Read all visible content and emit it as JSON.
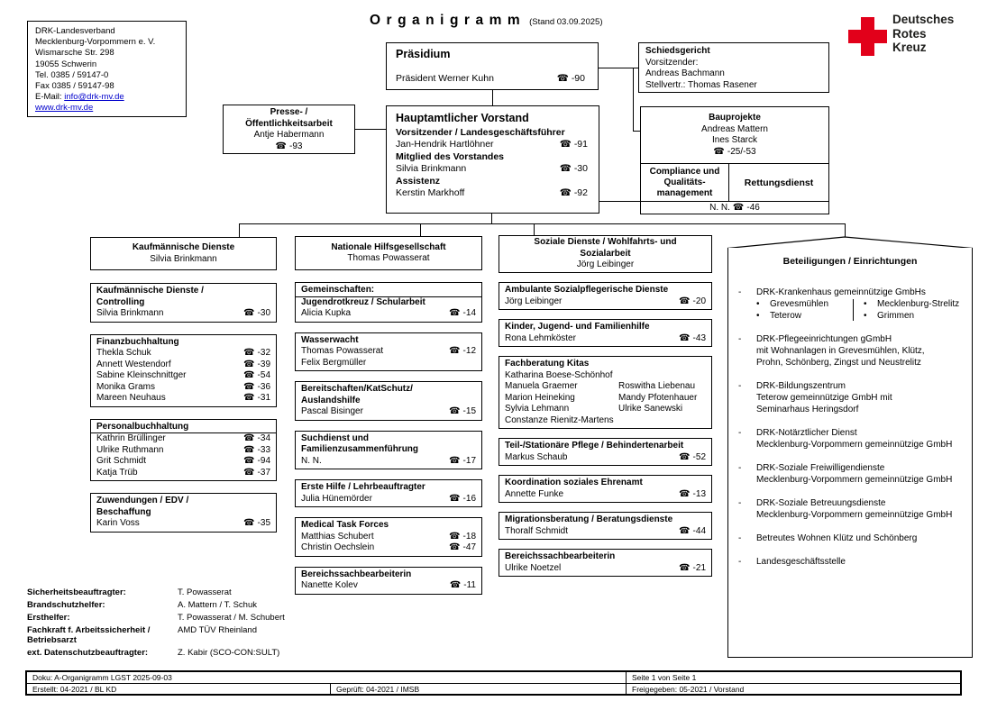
{
  "colors": {
    "drk_red": "#e2001a",
    "link_blue": "#0000cc",
    "logo_text": "#1d1d1b"
  },
  "icons": {
    "phone": "☎",
    "bullet": "•",
    "dash": "-"
  },
  "header": {
    "title": "Organigramm",
    "stand": "(Stand 03.09.2025)"
  },
  "logo": {
    "lines": [
      "Deutsches",
      "Rotes",
      "Kreuz"
    ]
  },
  "address": {
    "lines": [
      "DRK-Landesverband",
      "Mecklenburg-Vorpommern e. V.",
      "Wismarsche Str. 298",
      "19055 Schwerin",
      "Tel. 0385 / 59147-0",
      "Fax 0385 / 59147-98"
    ],
    "email_prefix": "E-Mail: ",
    "email": "info@drk-mv.de",
    "website": "www.drk-mv.de"
  },
  "praesidium": {
    "title": "Präsidium",
    "member": "Präsident Werner Kuhn",
    "phone": "-90"
  },
  "schiedsgericht": {
    "title": "Schiedsgericht",
    "lines": [
      "Vorsitzender:",
      "Andreas Bachmann",
      "Stellvertr.: Thomas Rasener"
    ]
  },
  "presse": {
    "title_lines": [
      "Presse- /",
      "Öffentlichkeitsarbeit"
    ],
    "name": "Antje Habermann",
    "phone": "-93"
  },
  "vorstand": {
    "title": "Hauptamtlicher Vorstand",
    "entries": [
      {
        "role": "Vorsitzender / Landesgeschäftsführer",
        "name": "Jan-Hendrik Hartlöhner",
        "phone": "-91"
      },
      {
        "role": "Mitglied des Vorstandes",
        "name": "Silvia Brinkmann",
        "phone": "-30"
      },
      {
        "role": "Assistenz",
        "name": "Kerstin Markhoff",
        "phone": "-92"
      }
    ]
  },
  "bauprojekte": {
    "title": "Bauprojekte",
    "names": [
      "Andreas Mattern",
      "Ines Starck"
    ],
    "phone": "-25/-53"
  },
  "compliance": {
    "lines": [
      "Compliance und",
      "Qualitäts-",
      "management"
    ]
  },
  "rettungsdienst": {
    "label": "Rettungsdienst"
  },
  "nn_bar": {
    "name": "N. N.",
    "phone": "-46"
  },
  "columns": [
    {
      "header": {
        "title_lines": [
          "Kaufmännische Dienste"
        ],
        "subtitle": "Silvia Brinkmann"
      },
      "boxes": [
        {
          "title_lines": [
            "Kaufmännische Dienste /",
            "Controlling"
          ],
          "rows": [
            {
              "text": "Silvia Brinkmann",
              "phone": "-30"
            }
          ]
        },
        {
          "title_lines": [
            "Finanzbuchhaltung"
          ],
          "rows": [
            {
              "text": "Thekla Schuk",
              "phone": "-32"
            },
            {
              "text": "Annett Westendorf",
              "phone": "-39"
            },
            {
              "text": "Sabine Kleinschnittger",
              "phone": "-54"
            },
            {
              "text": "Monika Grams",
              "phone": "-36"
            },
            {
              "text": "Mareen Neuhaus",
              "phone": "-31"
            }
          ]
        },
        {
          "strip_title": "Personalbuchhaltung",
          "rows": [
            {
              "text": "Kathrin Brüllinger",
              "phone": "-34"
            },
            {
              "text": "Ulrike Ruthmann",
              "phone": "-33"
            },
            {
              "text": "Grit Schmidt",
              "phone": "-94"
            },
            {
              "text": "Katja Trüb",
              "phone": "-37"
            }
          ]
        },
        {
          "title_lines": [
            "Zuwendungen / EDV /",
            "Beschaffung"
          ],
          "rows": [
            {
              "text": "Karin Voss",
              "phone": "-35"
            }
          ]
        }
      ]
    },
    {
      "header": {
        "title_lines": [
          "Nationale Hilfsgesellschaft"
        ],
        "subtitle": "Thomas Powasserat"
      },
      "boxes": [
        {
          "strip_title": "Gemeinschaften:",
          "title_lines": [
            "Jugendrotkreuz / Schularbeit"
          ],
          "rows": [
            {
              "text": "Alicia Kupka",
              "phone": "-14"
            }
          ]
        },
        {
          "title_lines": [
            "Wasserwacht"
          ],
          "rows": [
            {
              "text": "Thomas Powasserat",
              "phone": "-12"
            },
            {
              "text": "Felix Bergmüller"
            }
          ]
        },
        {
          "title_lines": [
            "Bereitschaften/KatSchutz/",
            "Auslandshilfe"
          ],
          "rows": [
            {
              "text": "Pascal Bisinger",
              "phone": "-15"
            }
          ]
        },
        {
          "title_lines": [
            "Suchdienst und",
            "Familienzusammenführung"
          ],
          "rows": [
            {
              "text": "N. N.",
              "phone": "-17"
            }
          ]
        },
        {
          "title_lines": [
            "Erste Hilfe / Lehrbeauftragter"
          ],
          "rows": [
            {
              "text": "Julia Hünemörder",
              "phone": "-16"
            }
          ]
        },
        {
          "title_lines": [
            "Medical Task Forces"
          ],
          "rows": [
            {
              "text": "Matthias Schubert",
              "phone": "-18"
            },
            {
              "text": "Christin Oechslein",
              "phone": "-47"
            }
          ]
        },
        {
          "title_lines": [
            "Bereichssachbearbeiterin"
          ],
          "rows": [
            {
              "text": "Nanette Kolev",
              "phone": "-11"
            }
          ]
        }
      ]
    },
    {
      "header": {
        "title_lines": [
          "Soziale Dienste / Wohlfahrts- und",
          "Sozialarbeit"
        ],
        "subtitle": "Jörg Leibinger"
      },
      "boxes": [
        {
          "title_lines": [
            "Ambulante Sozialpflegerische Dienste"
          ],
          "rows": [
            {
              "text": "Jörg Leibinger",
              "phone": "-20"
            }
          ]
        },
        {
          "title_lines": [
            "Kinder, Jugend- und Familienhilfe"
          ],
          "rows": [
            {
              "text": "Rona Lehmköster",
              "phone": "-43"
            }
          ]
        },
        {
          "title_lines": [
            "Fachberatung Kitas"
          ],
          "rows": [
            {
              "text": "Katharina Boese-Schönhof"
            },
            {
              "pair": [
                "Manuela Graemer",
                "Roswitha Liebenau"
              ]
            },
            {
              "pair": [
                "Marion Heineking",
                "Mandy Pfotenhauer"
              ]
            },
            {
              "pair": [
                "Sylvia Lehmann",
                "Ulrike Sanewski"
              ]
            },
            {
              "text": "Constanze Rienitz-Martens"
            }
          ]
        },
        {
          "title_lines": [
            "Teil-/Stationäre Pflege / Behindertenarbeit"
          ],
          "rows": [
            {
              "text": "Markus Schaub",
              "phone": "-52"
            }
          ]
        },
        {
          "title_lines": [
            "Koordination soziales Ehrenamt"
          ],
          "rows": [
            {
              "text": "Annette Funke",
              "phone": "-13"
            }
          ]
        },
        {
          "title_lines": [
            "Migrationsberatung / Beratungsdienste"
          ],
          "rows": [
            {
              "text": "Thoralf Schmidt",
              "phone": "-44"
            }
          ]
        },
        {
          "title_lines": [
            "Bereichssachbearbeiterin"
          ],
          "rows": [
            {
              "text": "Ulrike Noetzel",
              "phone": "-21"
            }
          ]
        }
      ]
    }
  ],
  "beteiligungen": {
    "title": "Beteiligungen / Einrichtungen",
    "items": [
      {
        "lines": [
          "DRK-Krankenhaus gemeinnützige GmbHs"
        ],
        "bullet_cols": [
          [
            "Grevesmühlen",
            "Teterow"
          ],
          [
            "Mecklenburg-Strelitz",
            "Grimmen"
          ]
        ]
      },
      {
        "lines": [
          "DRK-Pflegeeinrichtungen gGmbH",
          "mit Wohnanlagen in Grevesmühlen, Klütz,",
          "Prohn, Schönberg, Zingst und Neustrelitz"
        ]
      },
      {
        "lines": [
          "DRK-Bildungszentrum",
          "Teterow gemeinnützige GmbH mit",
          "Seminarhaus Heringsdorf"
        ]
      },
      {
        "lines": [
          "DRK-Notärztlicher Dienst",
          "Mecklenburg-Vorpommern gemeinnützige GmbH"
        ]
      },
      {
        "lines": [
          "DRK-Soziale Freiwilligendienste",
          "Mecklenburg-Vorpommern gemeinnützige GmbH"
        ]
      },
      {
        "lines": [
          "DRK-Soziale Betreuungsdienste",
          "Mecklenburg-Vorpommern gemeinnützige GmbH"
        ]
      },
      {
        "lines": [
          "Betreutes Wohnen Klütz und Schönberg"
        ]
      },
      {
        "lines": [
          "Landesgeschäftsstelle"
        ]
      }
    ]
  },
  "officers": [
    {
      "label_lines": [
        "Sicherheitsbeauftragter:"
      ],
      "value": "T. Powasserat"
    },
    {
      "label_lines": [
        "Brandschutzhelfer:"
      ],
      "value": "A. Mattern / T. Schuk"
    },
    {
      "label_lines": [
        "Ersthelfer:"
      ],
      "value": "T. Powasserat / M. Schubert"
    },
    {
      "label_lines": [
        "Fachkraft f. Arbeitssicherheit /",
        "Betriebsarzt"
      ],
      "value": "AMD TÜV Rheinland"
    },
    {
      "label_lines": [
        "ext. Datenschutzbeauftragter:"
      ],
      "value": "Z. Kabir (SCO-CON:SULT)"
    }
  ],
  "footer": {
    "doku": "Doku: A-Organigramm LGST 2025-09-03",
    "seite": "Seite 1 von Seite 1",
    "erstellt": "Erstellt: 04-2021 / BL KD",
    "geprueft": "Geprüft: 04-2021 / IMSB",
    "freigegeben": "Freigegeben: 05-2021 / Vorstand"
  }
}
